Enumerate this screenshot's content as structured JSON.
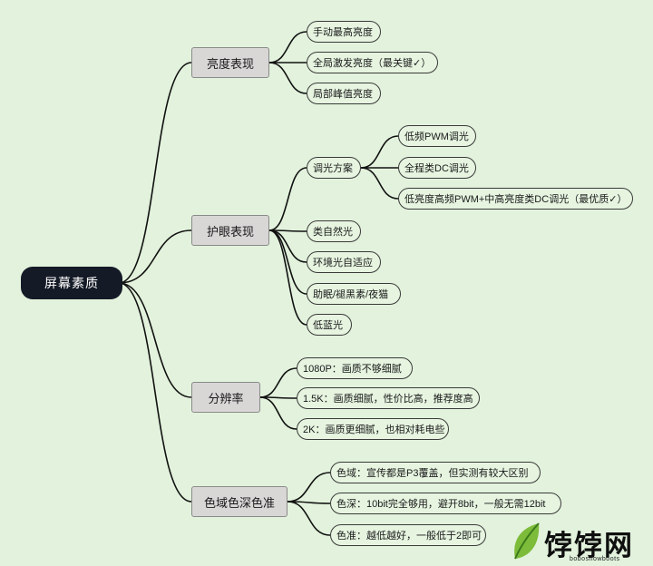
{
  "root": {
    "label": "屏幕素质"
  },
  "branches": [
    {
      "id": "brightness",
      "label": "亮度表现",
      "children": [
        {
          "id": "manual-peak",
          "label": "手动最高亮度"
        },
        {
          "id": "global-excitation",
          "label": "全局激发亮度（最关键✓）"
        },
        {
          "id": "local-peak",
          "label": "局部峰值亮度"
        }
      ]
    },
    {
      "id": "eye-care",
      "label": "护眼表现",
      "children": [
        {
          "id": "dimming",
          "label": "调光方案",
          "children": [
            {
              "id": "low-freq-pwm",
              "label": "低频PWM调光"
            },
            {
              "id": "full-dc",
              "label": "全程类DC调光"
            },
            {
              "id": "hybrid",
              "label": "低亮度高频PWM+中高亮度类DC调光（最优质✓）"
            }
          ]
        },
        {
          "id": "natural-light",
          "label": "类自然光"
        },
        {
          "id": "ambient-adaptive",
          "label": "环境光自适应"
        },
        {
          "id": "sleep-melatonin",
          "label": "助眠/褪黑素/夜猫"
        },
        {
          "id": "low-blue",
          "label": "低蓝光"
        }
      ]
    },
    {
      "id": "resolution",
      "label": "分辨率",
      "children": [
        {
          "id": "res-1080p",
          "label": "1080P：画质不够细腻"
        },
        {
          "id": "res-15k",
          "label": "1.5K：画质细腻，性价比高，推荐度高"
        },
        {
          "id": "res-2k",
          "label": "2K：画质更细腻，也相对耗电些"
        }
      ]
    },
    {
      "id": "color",
      "label": "色域色深色准",
      "children": [
        {
          "id": "gamut",
          "label": "色域：宣传都是P3覆盖，但实测有较大区别"
        },
        {
          "id": "depth",
          "label": "色深：10bit完全够用，避开8bit，一般无需12bit"
        },
        {
          "id": "accuracy",
          "label": "色准：越低越好，一般低于2即可"
        }
      ]
    }
  ],
  "watermark": {
    "text": "饽饽网",
    "subtext": "bobosnowboots"
  },
  "colors": {
    "background": "#e2f2dc",
    "edge": "#111111",
    "root_fill": "#141a26"
  }
}
